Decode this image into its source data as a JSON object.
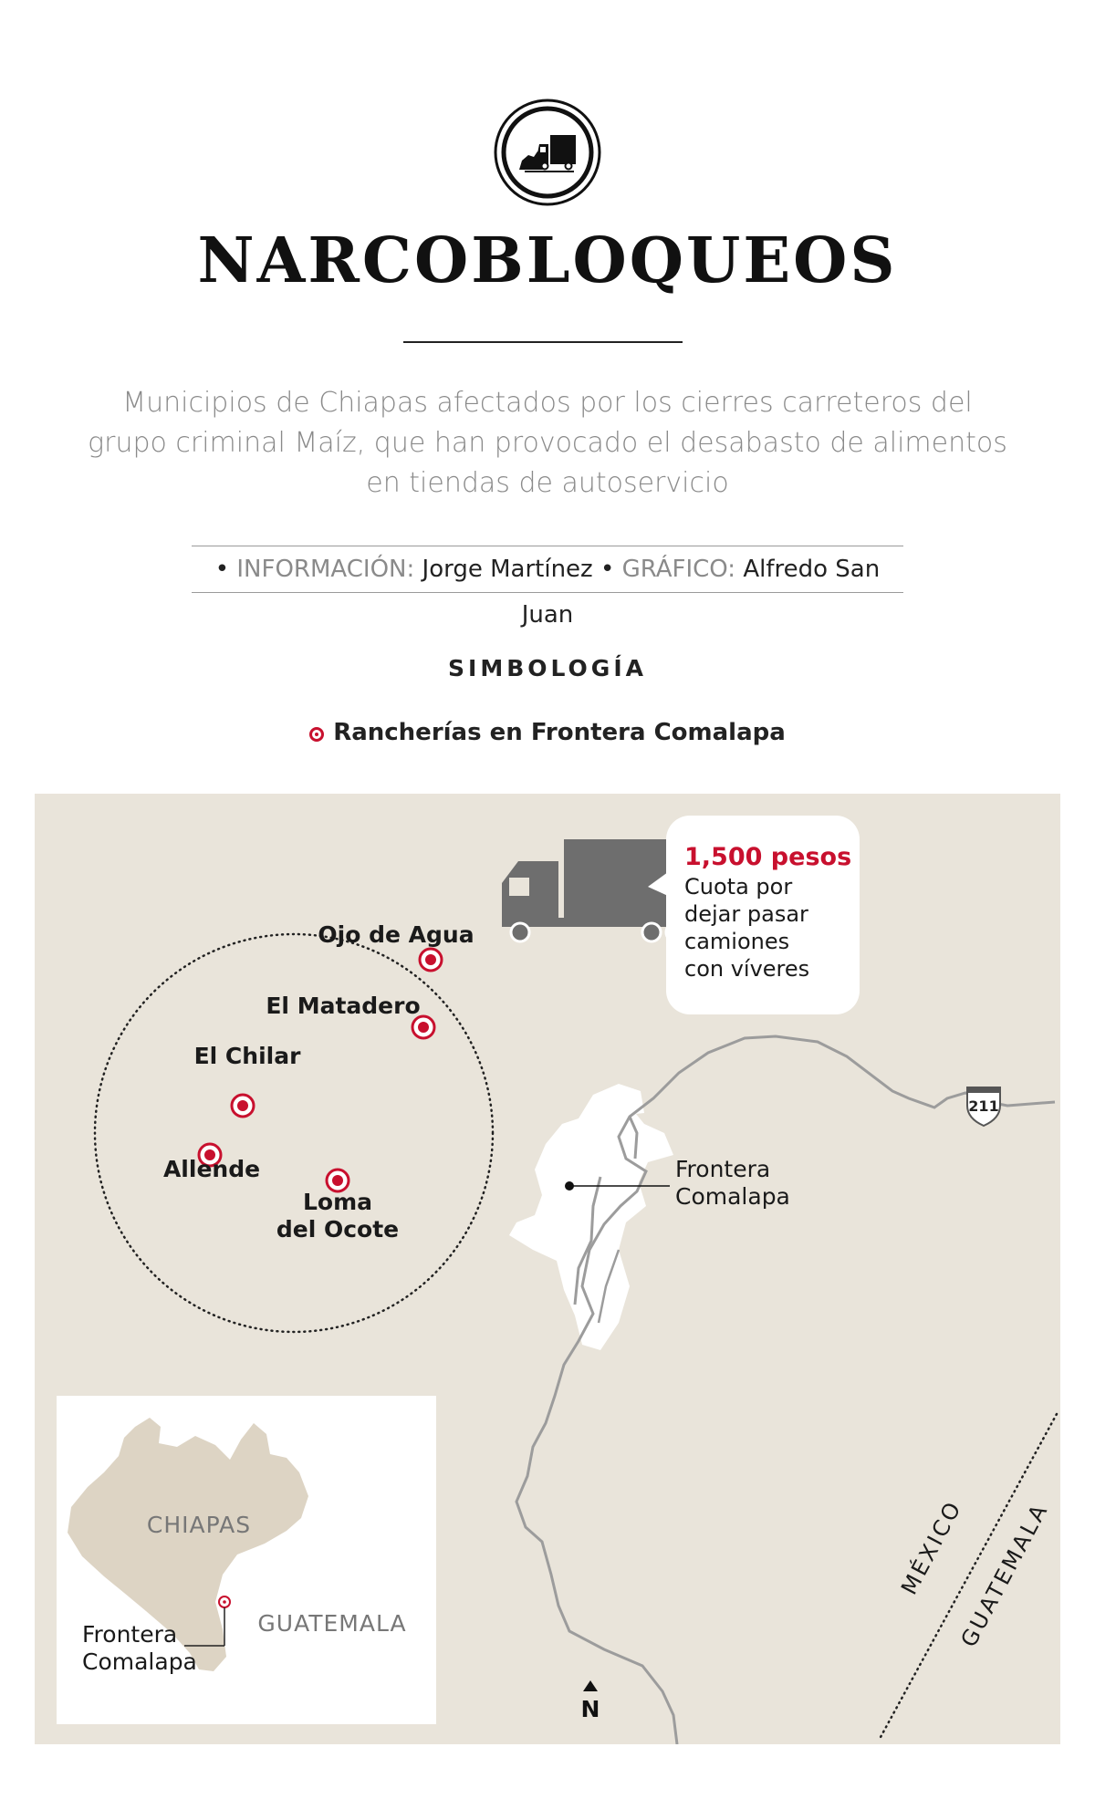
{
  "header": {
    "icon": "truck-icon",
    "title": "NARCOBLOQUEOS",
    "subtitle": "Municipios de Chiapas afectados por los cierres carreteros del grupo criminal Maíz, que han provocado el desabasto de alimentos en tiendas de autoservicio"
  },
  "credits": {
    "info_label": "INFORMACIÓN:",
    "info_name": "Jorge Martínez",
    "graphic_label": "GRÁFICO:",
    "graphic_name": "Alfredo San Juan"
  },
  "legend": {
    "title": "SIMBOLOGÍA",
    "item": "Rancherías en Frontera Comalapa",
    "marker_color": "#c8102e"
  },
  "map": {
    "places": [
      {
        "name": "Ojo de Agua"
      },
      {
        "name": "El Matadero"
      },
      {
        "name": "El Chilar"
      },
      {
        "name": "Allende"
      },
      {
        "name": "Loma del Ocote"
      }
    ],
    "town": "Frontera Comalapa",
    "road_number": "211",
    "callout": {
      "amount": "1,500 pesos",
      "text": "Cuota por dejar pasar camiones con víveres"
    },
    "border_labels": [
      "MÉXICO",
      "GUATEMALA"
    ],
    "north": "N",
    "inset": {
      "state": "CHIAPAS",
      "country": "GUATEMALA",
      "town": "Frontera Comalapa"
    },
    "colors": {
      "land": "#e9e4da",
      "urban": "#ffffff",
      "road": "#9c9c9c",
      "truck": "#6e6e6e",
      "inset_state": "#ddd4c4"
    }
  }
}
